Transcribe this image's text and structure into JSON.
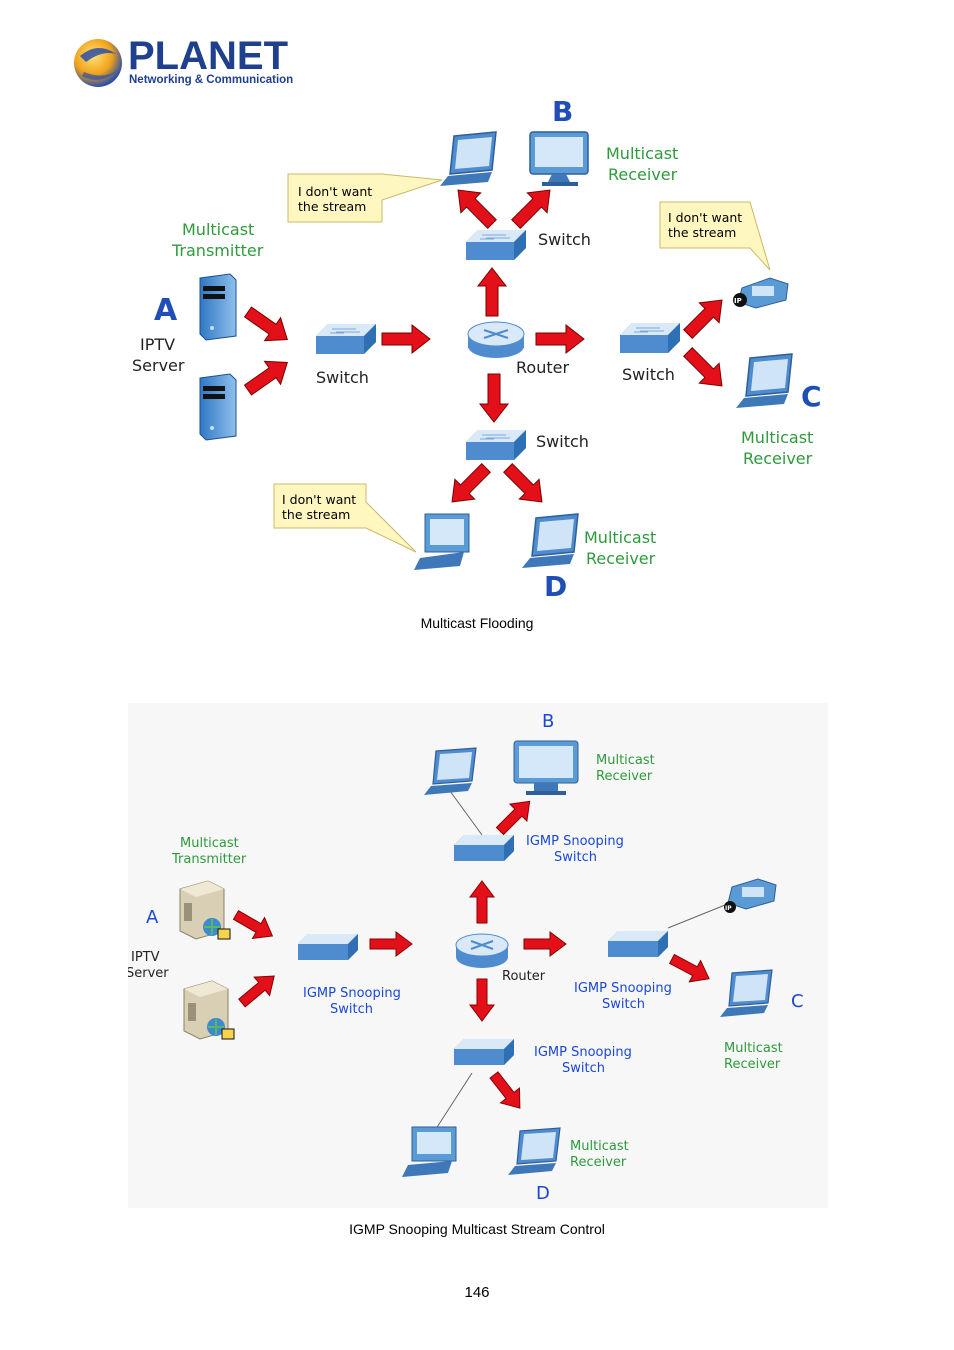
{
  "header": {
    "logo_word": "PLANET",
    "logo_tagline": "Networking & Communication"
  },
  "figure1": {
    "caption": "Multicast Flooding",
    "letters": {
      "a": "A",
      "b": "B",
      "c": "C",
      "d": "D"
    },
    "iptv_line1": "IPTV",
    "iptv_line2": "Server",
    "transmitter_line1": "Multicast",
    "transmitter_line2": "Transmitter",
    "receiver_line1": "Multicast",
    "receiver_line2": "Receiver",
    "switch_label": "Switch",
    "router_label": "Router",
    "callout_line1": "I don't want",
    "callout_line2": "the stream"
  },
  "figure2": {
    "caption": "IGMP Snooping Multicast Stream Control",
    "letters": {
      "a": "A",
      "b": "B",
      "c": "C",
      "d": "D"
    },
    "iptv_line1": "IPTV",
    "iptv_line2": "Server",
    "transmitter_line1": "Multicast",
    "transmitter_line2": "Transmitter",
    "receiver_line1": "Multicast",
    "receiver_line2": "Receiver",
    "snoop_line1": "IGMP Snooping",
    "snoop_line2": "Switch",
    "router_label": "Router"
  },
  "footer": {
    "page_number": "146"
  },
  "colors": {
    "brand_blue": "#1f3f8f",
    "label_green": "#2e9a3c",
    "arrow_red": "#e3101a",
    "label_blue": "#1a47d6",
    "device_blue": "#5b9bd5",
    "callout_yellow": "#fff7bf"
  }
}
